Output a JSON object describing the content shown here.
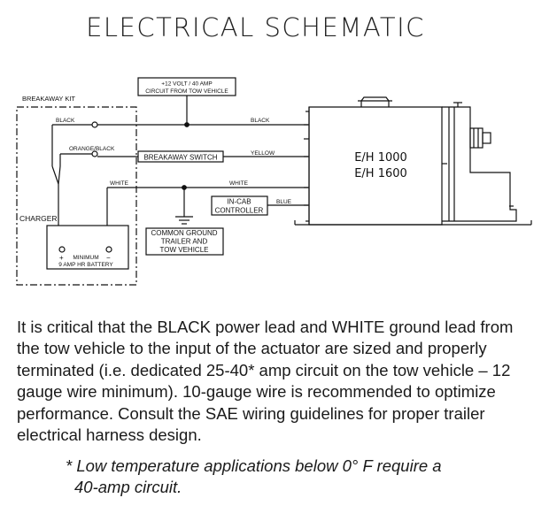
{
  "title": "ELECTRICAL SCHEMATIC",
  "diagram": {
    "breakaway_kit": "BREAKAWAY KIT",
    "circuit_box": [
      "+12 VOLT / 40 AMP",
      "CIRCUIT FROM TOW VEHICLE"
    ],
    "wire_black_left": "BLACK",
    "wire_black_right": "BLACK",
    "wire_orange_black": "ORANGE/BLACK",
    "breakaway_switch": "BREAKAWAY SWITCH",
    "wire_yellow": "YELLOW",
    "wire_white_left": "WHITE",
    "wire_white_right": "WHITE",
    "wire_blue": "BLUE",
    "in_cab_controller": [
      "IN-CAB",
      "CONTROLLER"
    ],
    "charger": "CHARGER",
    "common_ground": [
      "COMMON GROUND",
      "TRAILER AND",
      "TOW VEHICLE"
    ],
    "battery_plus": "+",
    "battery_minus": "−",
    "battery_label": [
      "MINIMUM",
      "9 AMP HR BATTERY"
    ],
    "actuator_models": [
      "E/H 1000",
      "E/H 1600"
    ]
  },
  "paragraph": "It is critical that the BLACK power lead and WHITE ground lead from the tow vehicle to the input of the actuator are sized and properly terminated (i.e. dedicated 25-40* amp circuit on the tow vehicle – 12 gauge wire minimum). 10-gauge wire is recommended to optimize performance. Consult the SAE wiring guidelines for proper trailer electrical harness design.",
  "footnote": [
    "* Low temperature applications below 0° F require a",
    "40-amp circuit."
  ]
}
